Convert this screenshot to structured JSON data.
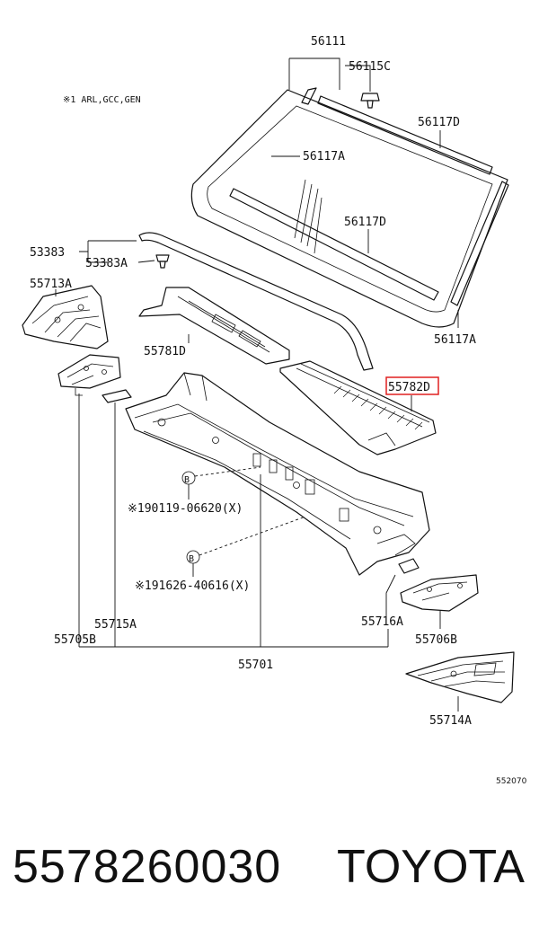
{
  "diagram": {
    "note": "※1  ARL,GCC,GEN",
    "drawing_code": "552070",
    "highlight_color": "#e02020",
    "labels": {
      "l56111": "56111",
      "l56115C": "56115C",
      "l56117D_top": "56117D",
      "l56117A_top": "56117A",
      "l56117D_mid": "56117D",
      "l56117A_bot": "56117A",
      "l53383": "53383",
      "l53383A": "53383A",
      "l55713A": "55713A",
      "l55781D": "55781D",
      "l55782D": "55782D",
      "l55705B": "55705B",
      "l55715A": "55715A",
      "l55701": "55701",
      "l55716A": "55716A",
      "l55706B": "55706B",
      "l55714A": "55714A",
      "lB1": "B",
      "lB2": "B",
      "l90119": "※190119-06620(X)",
      "l91626": "※191626-40616(X)"
    }
  },
  "footer": {
    "part_number": "5578260030",
    "brand": "TOYOTA"
  }
}
